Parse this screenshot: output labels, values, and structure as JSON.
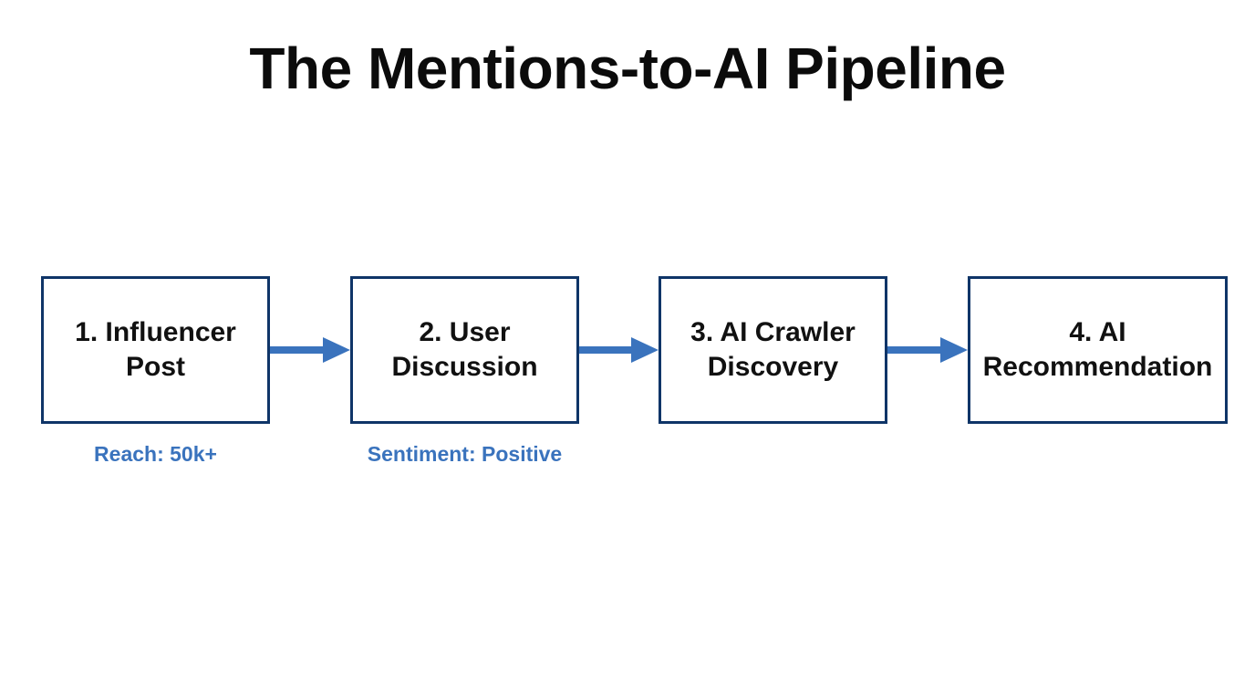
{
  "title": "The Mentions-to-AI Pipeline",
  "stages": [
    {
      "label": "1. Influencer\nPost"
    },
    {
      "label": "2. User\nDiscussion"
    },
    {
      "label": "3. AI Crawler\nDiscovery"
    },
    {
      "label": "4. AI\nRecommendation"
    }
  ],
  "metrics": [
    {
      "text": "Reach: 50k+"
    },
    {
      "text": "Sentiment: Positive"
    }
  ],
  "colors": {
    "box_border": "#0f3568",
    "arrow": "#3a73bd",
    "metric_text": "#3a73bd",
    "title_text": "#0b0b0b"
  }
}
